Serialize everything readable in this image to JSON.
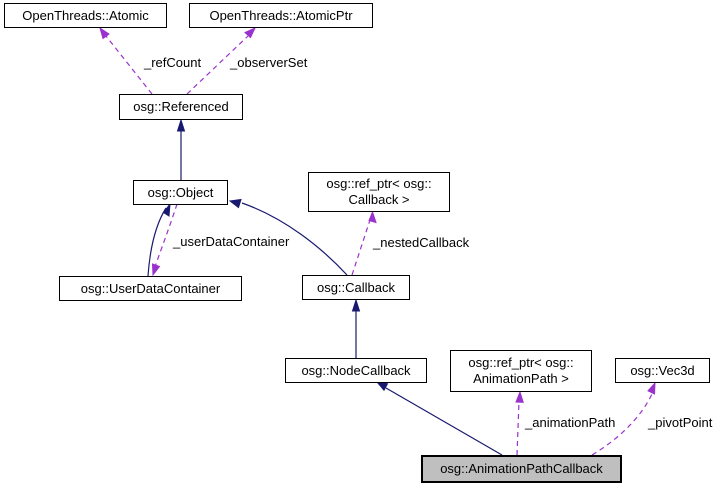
{
  "nodes": {
    "atomic": {
      "label": "OpenThreads::Atomic"
    },
    "atomic_ptr": {
      "label": "OpenThreads::AtomicPtr"
    },
    "referenced": {
      "label": "osg::Referenced"
    },
    "object": {
      "label": "osg::Object"
    },
    "ref_ptr_callback": {
      "lines": [
        "osg::ref_ptr< osg::",
        "Callback >"
      ]
    },
    "user_data_container": {
      "label": "osg::UserDataContainer"
    },
    "callback": {
      "label": "osg::Callback"
    },
    "node_callback": {
      "label": "osg::NodeCallback"
    },
    "ref_ptr_animation_path": {
      "lines": [
        "osg::ref_ptr< osg::",
        "AnimationPath >"
      ]
    },
    "vec3d": {
      "label": "osg::Vec3d"
    },
    "animation_path_callback": {
      "label": "osg::AnimationPathCallback"
    }
  },
  "edge_labels": {
    "ref_count": "_refCount",
    "observer_set": "_observerSet",
    "user_data_container": "_userDataContainer",
    "nested_callback": "_nestedCallback",
    "animation_path": "_animationPath",
    "pivot_point": "_pivotPoint"
  },
  "colors": {
    "inheritance_arrow": "#191970",
    "usage_arrow": "#9a32cd",
    "node_border": "#000000",
    "node_fill": "#ffffff",
    "highlight_node_fill": "#bfbfbf",
    "text_color": "#000000",
    "background": "#ffffff"
  }
}
